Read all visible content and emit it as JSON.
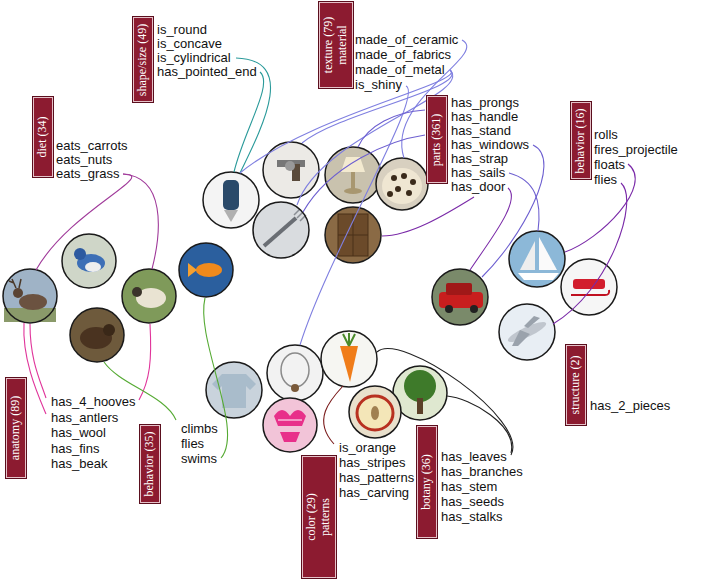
{
  "diagram": {
    "nodes": [
      {
        "text": [
          "texture (79) material",
          "made_of_ceramic",
          "made_of_fabrics",
          "made_of_metal",
          "is_shiny"
        ]
      },
      {
        "text": [
          "shape/size (49)",
          "is_round",
          "is_concave",
          "is_cylindrical",
          "has_pointed_end"
        ]
      },
      {
        "text": [
          "diet (34)",
          "eats_carrots",
          "eats_nuts",
          "eats_grass"
        ]
      },
      {
        "text": [
          "parts (361)",
          "has_prongs",
          "has_handle",
          "has_stand",
          "has_windows",
          "has_strap",
          "has_sails",
          "has_door"
        ]
      },
      {
        "text": [
          "behavior (16)",
          "rolls",
          "fires_projectile",
          "floats",
          "flies"
        ]
      },
      {
        "text": [
          "structure (2)",
          "has_2_pieces"
        ]
      },
      {
        "text": [
          "anatomy (89)",
          "has_4_hooves",
          "has_antlers",
          "has_wool",
          "has_fins",
          "has_beak"
        ]
      },
      {
        "text": [
          "behavior (35)",
          "climbs",
          "flies",
          "swims"
        ]
      },
      {
        "text": [
          "botany (36)",
          "has_leaves",
          "has_branches",
          "has_stem",
          "has_seeds",
          "has_stalks"
        ]
      },
      {
        "text": [
          "color (29) patterns",
          "is_orange",
          "has_stripes",
          "has_patterns",
          "has_carving"
        ]
      }
    ]
  }
}
